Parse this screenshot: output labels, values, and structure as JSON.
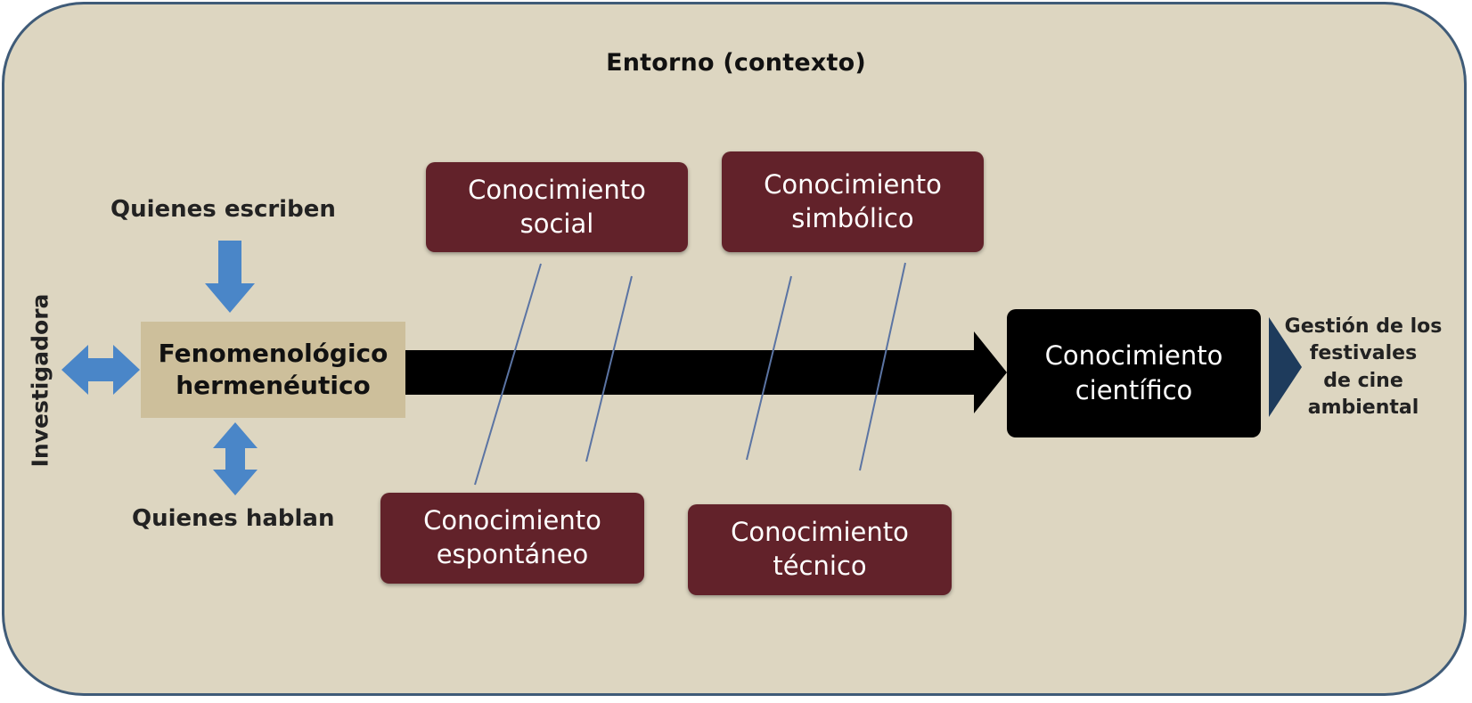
{
  "title": "Entorno (contexto)",
  "nodes": {
    "quienes_escriben": "Quienes escriben",
    "quienes_hablan": "Quienes hablan",
    "investigadora": "Investigadora",
    "fenomenologico": "Fenomenológico\nhermenéutico",
    "conocimiento_social": "Conocimiento\nsocial",
    "conocimiento_simbolico": "Conocimiento\nsimbólico",
    "conocimiento_espontaneo": "Conocimiento\nespontáneo",
    "conocimiento_tecnico": "Conocimiento\ntécnico",
    "conocimiento_cientifico": "Conocimiento\ncientífico",
    "gestion": "Gestión de los\nfestivales\nde cine\nambiental"
  },
  "colors": {
    "background": "#ddd6c1",
    "border": "#3f5b78",
    "knowledge_box": "#62222a",
    "method_box": "#cdbf9b",
    "arrow_blue": "#4a86c8",
    "main_arrow": "#000000",
    "diagonal_line": "#5b74a3"
  }
}
